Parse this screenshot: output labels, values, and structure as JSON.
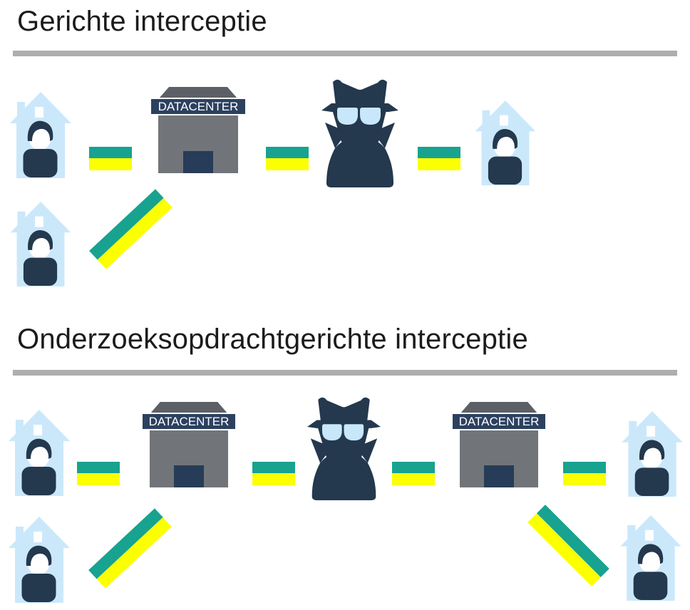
{
  "labels": {
    "datacenter_sign": "DATACENTER"
  },
  "sections": [
    {
      "id": "gerichte-interceptie",
      "title": "Gerichte interceptie",
      "row1": [
        "house-person",
        "cable",
        "datacenter",
        "cable",
        "spy",
        "cable",
        "house-person"
      ],
      "row2": [
        "house-person",
        "cable-diagonal"
      ]
    },
    {
      "id": "onderzoeksopdrachtgerichte-interceptie",
      "title": "Onderzoeksopdrachtgerichte interceptie",
      "row1": [
        "house-person",
        "cable",
        "datacenter",
        "cable",
        "spy",
        "cable",
        "datacenter",
        "cable",
        "house-person"
      ],
      "row2": [
        "house-person",
        "cable-diagonal",
        "cable-diagonal",
        "house-person"
      ]
    }
  ],
  "colors": {
    "title": "#1b1b1b",
    "rule": "#aeaeae",
    "house": "#cbe8fb",
    "person": "#24384e",
    "glasses": "#c8e7fa",
    "teal": "#18a290",
    "yellow": "#fbff00",
    "building": "#717478",
    "roof": "#5c6066",
    "signbg": "#2c4160",
    "signtext": "#ffffff",
    "door": "#263c58",
    "bg": "#ffffff"
  }
}
